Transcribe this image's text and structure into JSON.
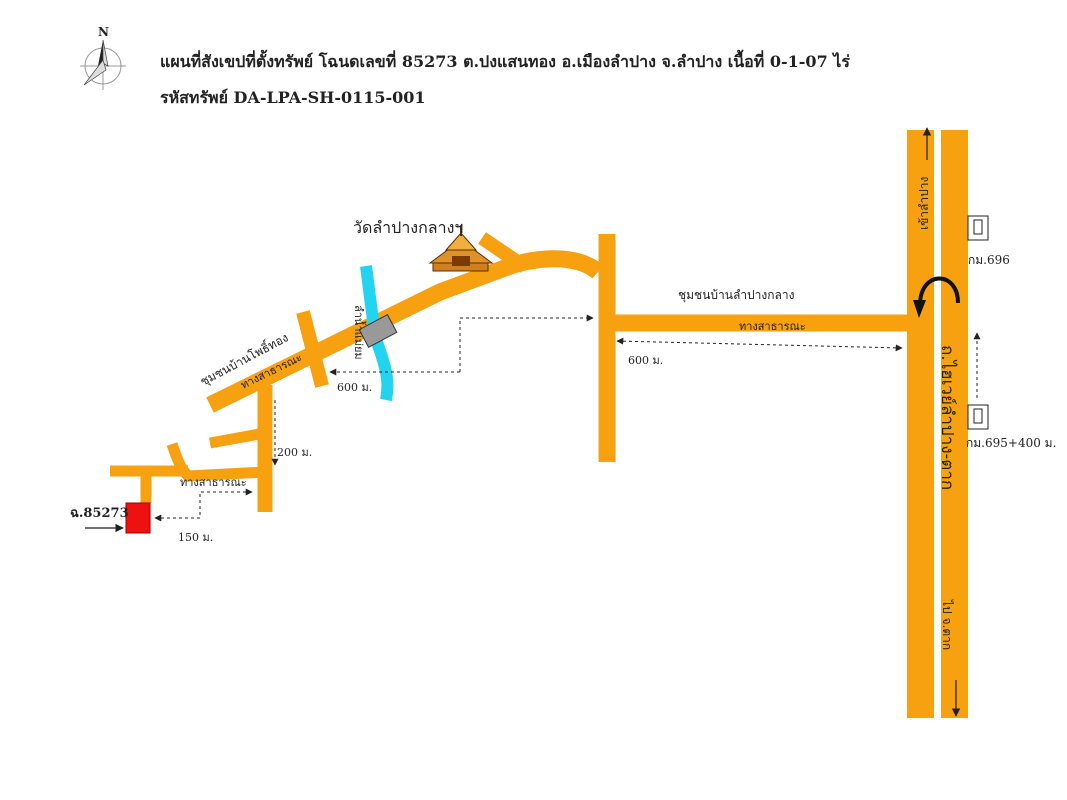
{
  "header": {
    "title": "แผนที่สังเขปที่ตั้งทรัพย์ โฉนดเลขที่ 85273 ต.ปงแสนทอง อ.เมืองลำปาง จ.ลำปาง เนื้อที่ 0-1-07 ไร่",
    "asset_code": "รหัสทรัพย์ DA-LPA-SH-0115-001"
  },
  "compass": {
    "label": "N"
  },
  "landmarks": {
    "temple": "วัดลำปางกลางฯ",
    "river": "ลำน้ำแม่ยม"
  },
  "communities": {
    "lampang_klang": "ชุมชนบ้านลำปางกลาง",
    "pho_thong": "ชุมชนบ้านโพธิ์ทอง"
  },
  "roads": {
    "public_road_main": "ทางสาธารณะ",
    "public_road_left": "ทางสาธารณะ",
    "public_road_bottom": "ทางสาธารณะ",
    "highway_name": "ถ.ไฮเวย์ลำปาง-ตาก"
  },
  "directions": {
    "to_lampang": "เข้าลำปาง",
    "to_tak": "ไป จ.ตาก"
  },
  "km_posts": {
    "upper": "กม.696",
    "lower": "กม.695+400 ม."
  },
  "distances": {
    "highway_to_junction": "600 ม.",
    "junction_to_left_road": "600 ม.",
    "left_road_down": "200 ม.",
    "to_property": "150 ม."
  },
  "property": {
    "label": "ฉ.85273",
    "color": "#ee1111"
  },
  "colors": {
    "road": "#f7a010",
    "river": "#22d4f0"
  }
}
